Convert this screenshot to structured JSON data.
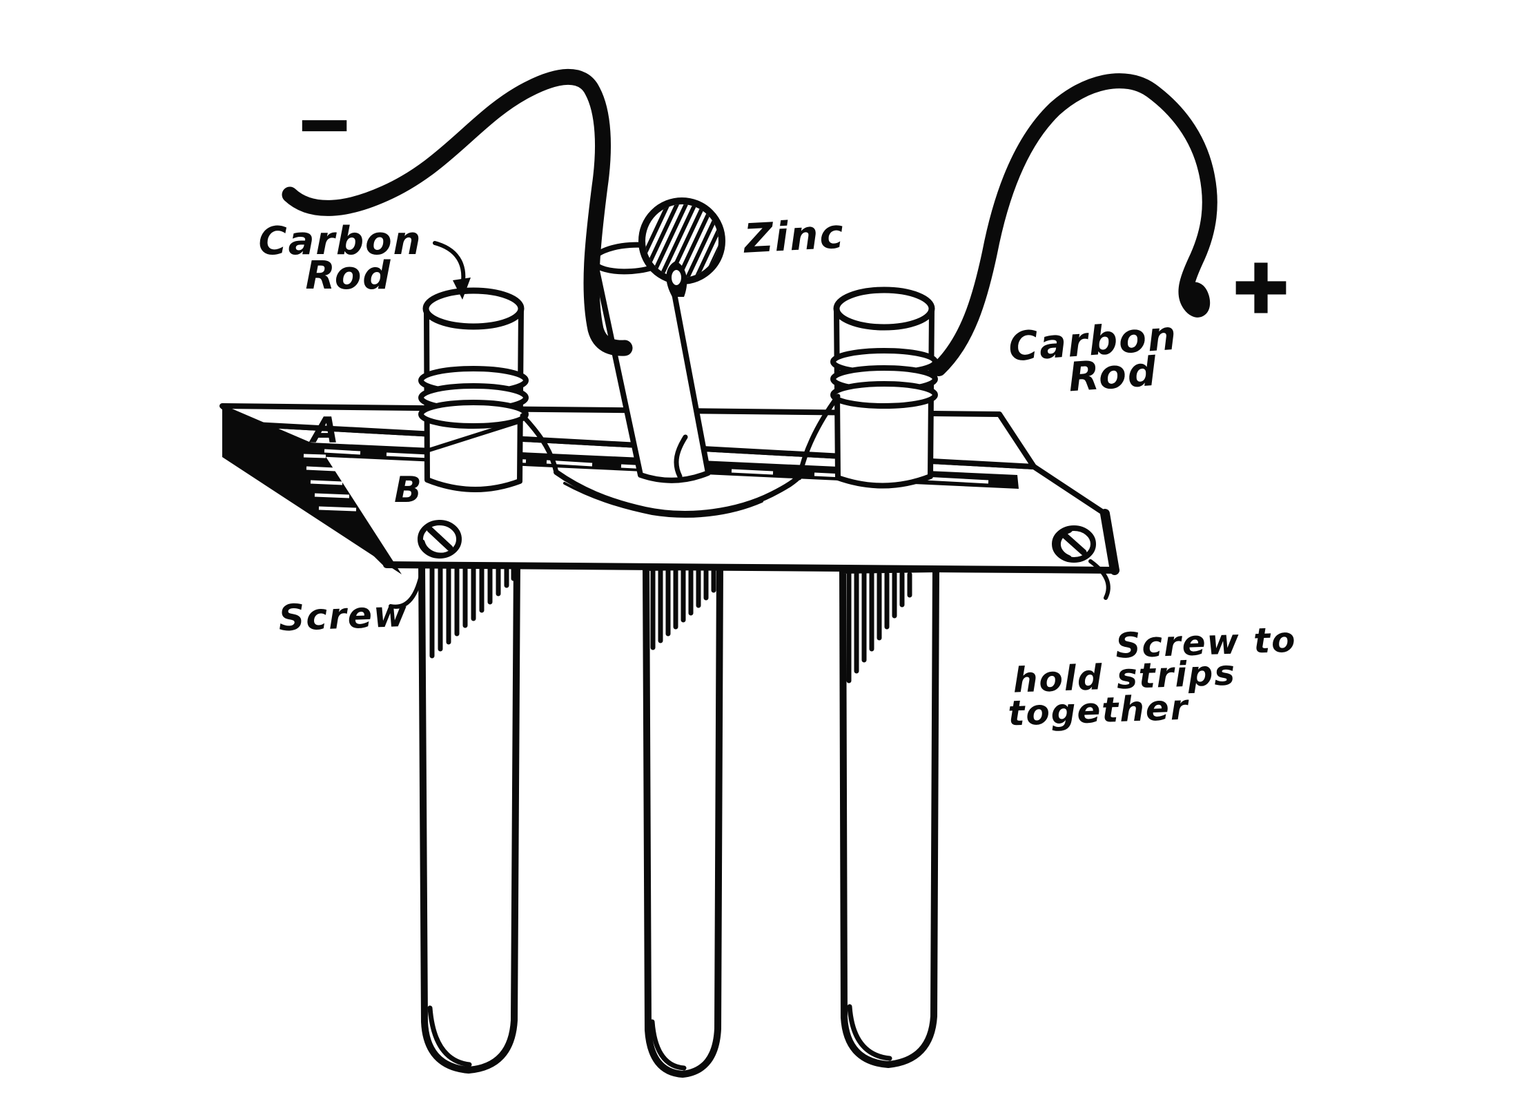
{
  "colors": {
    "ink": "#0a0a0a",
    "paper": "#ffffff"
  },
  "diagram": {
    "subject": "Hand-drawn illustration of a homemade battery cell: two wooden strips (A and B) screwed together hold two carbon rods and a central zinc rod, wired to negative and positive leads, with three test tubes hanging below",
    "terminals": {
      "negative": "−",
      "positive": "+"
    },
    "labels": {
      "carbon_rod_left": {
        "line1": "Carbon",
        "line2": "Rod"
      },
      "zinc": "Zinc",
      "carbon_rod_right": {
        "line1": "Carbon",
        "line2": "Rod"
      },
      "strip_a": "A",
      "strip_b": "B",
      "screw_left": "Screw",
      "screw_right": {
        "line1": "Screw to",
        "line2": "hold strips",
        "line3": "together"
      }
    }
  }
}
